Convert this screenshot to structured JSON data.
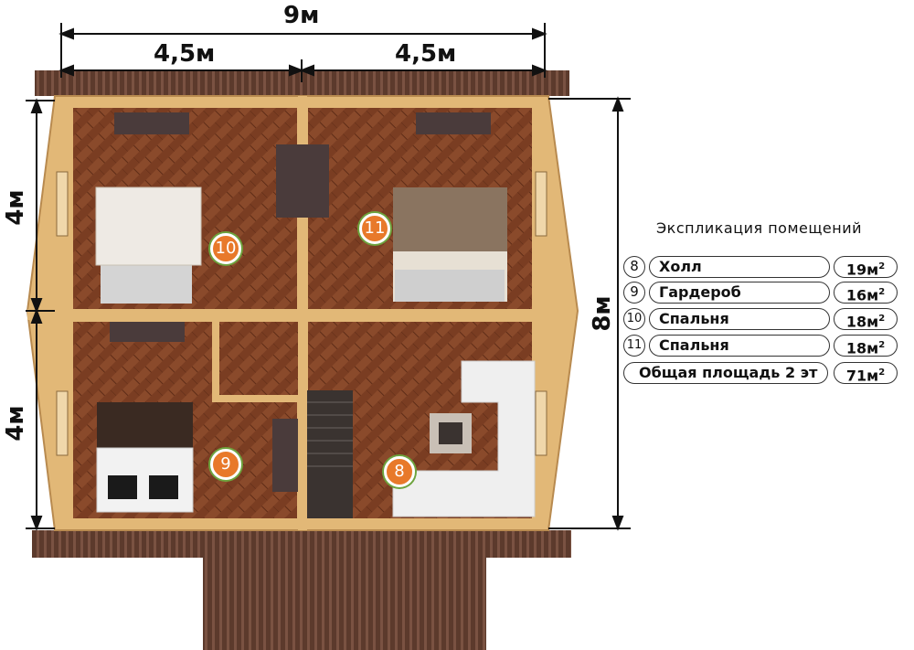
{
  "dimensions": {
    "total_width": "9м",
    "left_width": "4,5м",
    "right_width": "4,5м",
    "upper_height": "4м",
    "lower_height": "4м",
    "total_height": "8м"
  },
  "legend": {
    "title": "Экспликация помещений",
    "rows": [
      {
        "num": "8",
        "name": "Холл",
        "area": "19м",
        "unit_sup": "2"
      },
      {
        "num": "9",
        "name": "Гардероб",
        "area": "16м",
        "unit_sup": "2"
      },
      {
        "num": "10",
        "name": "Спальня",
        "area": "18м",
        "unit_sup": "2"
      },
      {
        "num": "11",
        "name": "Спальня",
        "area": "18м",
        "unit_sup": "2"
      }
    ],
    "total": {
      "name": "Общая площадь 2 эт",
      "area": "71м",
      "unit_sup": "2"
    }
  },
  "room_badges": [
    "10",
    "11",
    "9",
    "8"
  ],
  "colors": {
    "floor": "#7a3d22",
    "wall": "#e2b877",
    "roof": "#5c3a2c",
    "badge": "#e8792a",
    "badge_ring": "#6da33d"
  }
}
